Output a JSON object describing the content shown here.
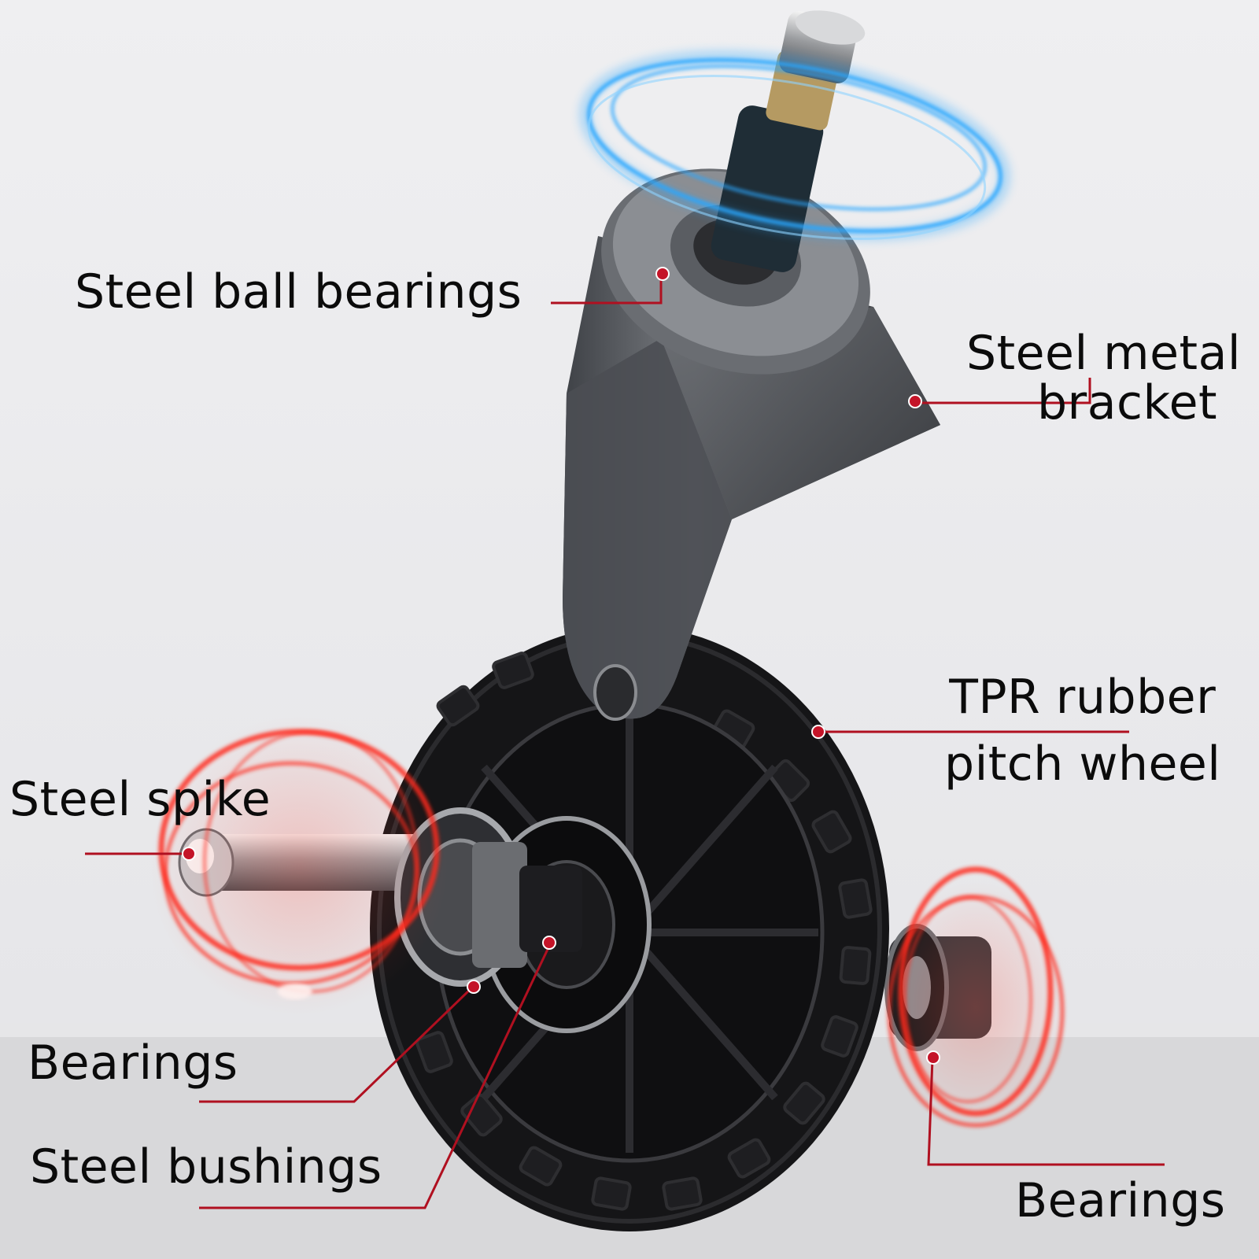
{
  "labels": {
    "steel_ball_bearings": "Steel ball bearings",
    "steel_metal_bracket": [
      "Steel metal",
      "bracket"
    ],
    "tpr_rubber_pitch_wheel": [
      "TPR rubber",
      "pitch wheel"
    ],
    "steel_spike": "Steel spike",
    "bearings_left": "Bearings",
    "steel_bushings": "Steel bushings",
    "bearings_right": "Bearings"
  },
  "colors": {
    "leader": "#b01020",
    "spin_top": "#2aa7ff",
    "spin_sides": "#ff2a1e",
    "tire": "#141414",
    "bracket": "#5b5e63",
    "background": "#ececee",
    "floor": "#d6d6d8"
  }
}
